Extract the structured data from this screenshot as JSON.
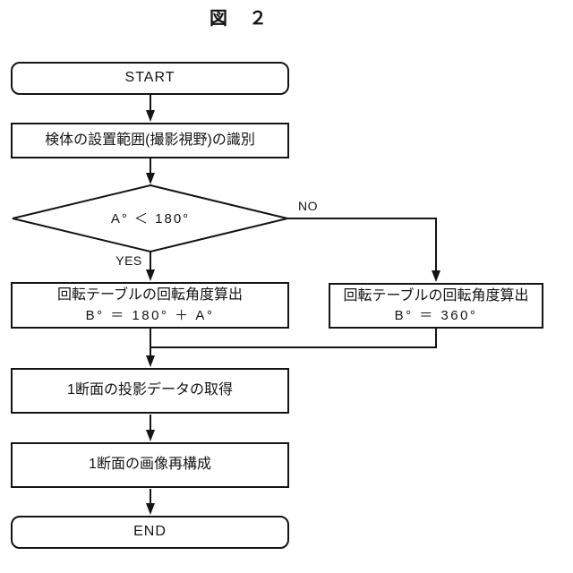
{
  "figure": {
    "title": "図　２"
  },
  "palette": {
    "line_color": "#141414",
    "background": "#ffffff",
    "box_fill": "#ffffff"
  },
  "flowchart": {
    "type": "flowchart",
    "start": {
      "label": "START"
    },
    "identify": {
      "label": "検体の設置範囲(撮影視野)の識別"
    },
    "decision": {
      "label": "A° ＜ 180°",
      "yes_label": "YES",
      "no_label": "NO"
    },
    "calc_partial": {
      "line1": "回転テーブルの回転角度算出",
      "line2": "B° ＝ 180° ＋ A°"
    },
    "calc_full": {
      "line1": "回転テーブルの回転角度算出",
      "line2": "B° ＝ 360°"
    },
    "acquire": {
      "label": "1断面の投影データの取得"
    },
    "reconstruct": {
      "label": "1断面の画像再構成"
    },
    "end": {
      "label": "END"
    }
  }
}
